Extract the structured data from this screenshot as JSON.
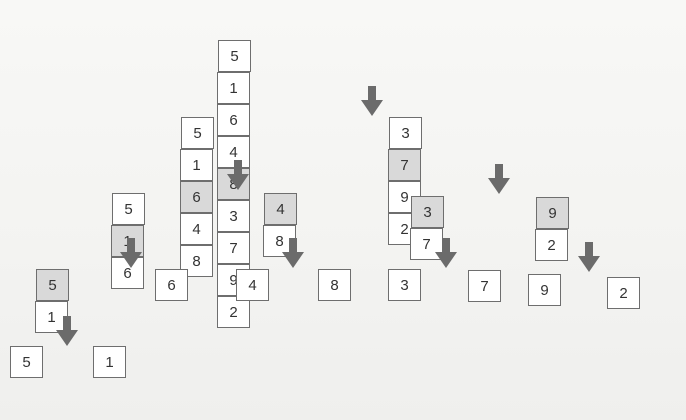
{
  "diagram": {
    "levels": [
      {
        "level": 0,
        "arrays": [
          {
            "id": "a0",
            "cells": [
              "5",
              "1",
              "6",
              "4",
              "8",
              "3",
              "7",
              "9",
              "2"
            ],
            "pivot_index": 4
          }
        ]
      },
      {
        "level": 1,
        "arrays": [
          {
            "id": "a1l",
            "cells": [
              "5",
              "1",
              "6",
              "4",
              "8"
            ],
            "pivot_index": 2
          },
          {
            "id": "a1r",
            "cells": [
              "3",
              "7",
              "9",
              "2"
            ],
            "pivot_index": 1
          }
        ]
      },
      {
        "level": 2,
        "arrays": [
          {
            "id": "a2a",
            "cells": [
              "5",
              "1",
              "6"
            ],
            "pivot_index": 1
          },
          {
            "id": "a2b",
            "cells": [
              "4",
              "8"
            ],
            "pivot_index": 0
          },
          {
            "id": "a2c",
            "cells": [
              "3",
              "7"
            ],
            "pivot_index": 0
          },
          {
            "id": "a2d",
            "cells": [
              "9",
              "2"
            ],
            "pivot_index": 0
          }
        ]
      },
      {
        "level": 3,
        "arrays": [
          {
            "id": "a3a",
            "cells": [
              "5",
              "1"
            ],
            "pivot_index": 0
          },
          {
            "id": "a3b",
            "cells": [
              "6"
            ],
            "pivot_index": -1
          },
          {
            "id": "a3c",
            "cells": [
              "4"
            ],
            "pivot_index": -1
          },
          {
            "id": "a3d",
            "cells": [
              "8"
            ],
            "pivot_index": -1
          },
          {
            "id": "a3e",
            "cells": [
              "3"
            ],
            "pivot_index": -1
          },
          {
            "id": "a3f",
            "cells": [
              "7"
            ],
            "pivot_index": -1
          },
          {
            "id": "a3g",
            "cells": [
              "9"
            ],
            "pivot_index": -1
          },
          {
            "id": "a3h",
            "cells": [
              "2"
            ],
            "pivot_index": -1
          }
        ]
      },
      {
        "level": 4,
        "arrays": [
          {
            "id": "a4a",
            "cells": [
              "5"
            ],
            "pivot_index": -1
          },
          {
            "id": "a4b",
            "cells": [
              "1"
            ],
            "pivot_index": -1
          }
        ]
      }
    ],
    "colors": {
      "pivot_fill": "#d9d9d9",
      "cell_fill": "#ffffff",
      "cell_border": "#6e6e6e",
      "arrow_fill": "#6b6b6b",
      "text": "#333333"
    }
  }
}
